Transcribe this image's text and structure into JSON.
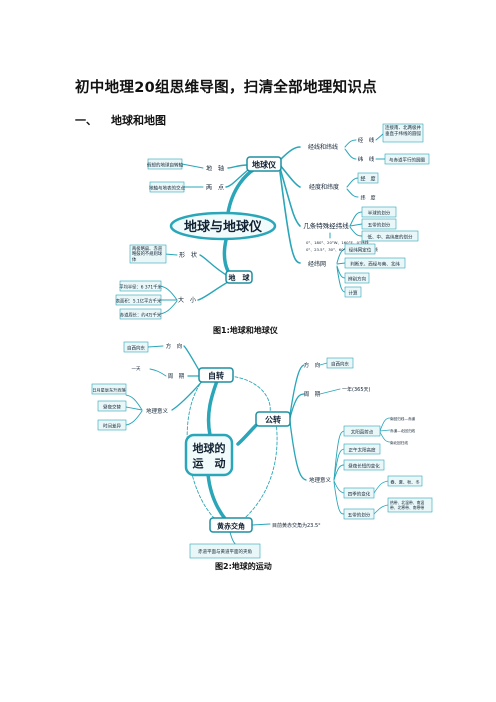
{
  "document": {
    "title": "初中地理20组思维导图，扫清全部地理知识点",
    "section": {
      "number": "一、",
      "label": "地球和地图"
    }
  },
  "figure1": {
    "caption": "图1:地球和地球仪",
    "center": "地球与地球仪",
    "nodes": {
      "earth_globe": "地球仪",
      "earth": "地　球",
      "axis": "地　轴",
      "poles": "两　点",
      "axis_desc": "假想的地球自转轴",
      "poles_desc": "地轴与地表的交点",
      "shape": "形　状",
      "shape_desc": "两极略扁、赤道略鼓的不规则球体",
      "size": "大　小",
      "size_a": "平均半径：6 371千米",
      "size_b": "表面积：5.1亿平方千米",
      "size_c": "赤道周长：约4万千米",
      "lonlat": "经线和纬线",
      "lon_line": "经　线",
      "lat_line": "纬　线",
      "lon_desc": "连接南、北两极并垂直于纬线的圆弧",
      "lat_desc": "与赤道平行的圆圈",
      "lonlat_deg": "经度和纬度",
      "lon_deg": "经　度",
      "lat_deg": "纬　度",
      "special": "几条特殊经纬线",
      "sp_a": "半球的划分",
      "sp_b": "五带的划分",
      "sp_c": "低、中、高纬度的划分",
      "sp_d": "0°、180°、20°W、160°E、0°纬线",
      "sp_e": "0°、23.5°、30°、60°、66.5°、90°纬线",
      "grid": "经纬网",
      "grid_a": "经纬网定位",
      "grid_b": "判断东、西经与南、北纬",
      "grid_c": "辨别方向",
      "grid_d": "计算"
    }
  },
  "figure2": {
    "caption": "图2:地球的运动",
    "center_line1": "地球的",
    "center_line2": "运　动",
    "nodes": {
      "rotation": "自转",
      "revolution": "公转",
      "tilt": "黄赤交角",
      "tilt_value": "目前黄赤交角为23.5°",
      "tilt_desc": "赤道平面与黄道平面的夹角",
      "rot_dir": "方　向",
      "rot_dir_val": "自西向东",
      "rot_period": "周　期",
      "rot_period_val": "一天",
      "rot_geo": "地理意义",
      "rot_geo_a": "昼夜交替",
      "rot_geo_b": "时间差异",
      "rot_geo_c": "日月星辰东升西落",
      "rev_dir": "方　向",
      "rev_dir_val": "自西向东",
      "rev_period": "周　期",
      "rev_period_val": "一年(365天)",
      "rev_geo": "地理意义",
      "rev_geo_a": "太阳直射点",
      "rev_geo_a1": "南回归线—赤道",
      "rev_geo_a2": "赤道—北回归线",
      "rev_geo_a3": "南北回归线",
      "rev_geo_b": "正午太阳高度",
      "rev_geo_c": "昼夜长短的变化",
      "rev_geo_d": "四季的变化",
      "rev_geo_d1": "春、夏、秋、冬",
      "rev_geo_e": "五带的划分",
      "rev_geo_e1": "热带、北温带、南温带、北寒带、南寒带"
    }
  },
  "colors": {
    "branch": "#2aa6b8",
    "branch_dark": "#1d8fa0",
    "box_fill": "#e9f7f8",
    "center_fill": "#f1fbfc"
  }
}
